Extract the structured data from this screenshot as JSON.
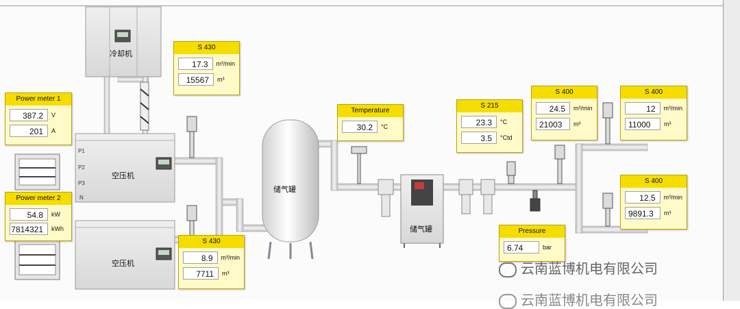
{
  "machines": {
    "dryer": "冷却机",
    "compressor_1": "空压机",
    "compressor_2": "空压机",
    "tank_large": "储气罐",
    "tank_small": "储气罐"
  },
  "compressor_ports": [
    "P1",
    "P2",
    "P3",
    "N"
  ],
  "panels": {
    "s430_top": {
      "title": "S 430",
      "flow": "17.3",
      "flow_unit": "m³/min",
      "total": "15567",
      "total_unit": "m³"
    },
    "power1": {
      "title": "Power meter 1",
      "voltage": "387.2",
      "voltage_unit": "V",
      "current": "201",
      "current_unit": "A"
    },
    "power2": {
      "title": "Power meter 2",
      "power": "54.8",
      "power_unit": "kW",
      "energy": "7814321",
      "energy_unit": "kWh"
    },
    "s430_bottom": {
      "title": "S 430",
      "flow": "8.9",
      "flow_unit": "m³/min",
      "total": "7711",
      "total_unit": "m³"
    },
    "temperature": {
      "title": "Temperature",
      "value": "30.2",
      "unit": "°C"
    },
    "s215": {
      "title": "S 215",
      "temp": "23.3",
      "temp_unit": "°C",
      "dewpoint": "3.5",
      "dewpoint_unit": "°Ctd"
    },
    "s400_a": {
      "title": "S 400",
      "flow": "24.5",
      "flow_unit": "m³/min",
      "total": "21003",
      "total_unit": "m³"
    },
    "s400_b": {
      "title": "S 400",
      "flow": "12",
      "flow_unit": "m³/min",
      "total": "11000",
      "total_unit": "m³"
    },
    "s400_c": {
      "title": "S 400",
      "flow": "12.5",
      "flow_unit": "m³/min",
      "total": "9891.3",
      "total_unit": "m³"
    },
    "pressure": {
      "title": "Pressure",
      "value": "6.74",
      "unit": "bar"
    }
  },
  "watermark": {
    "text": "云南蓝博机电有限公司",
    "icon": "wechat-icon"
  },
  "colors": {
    "panel_header": "#f5dd00",
    "panel_body": "#fffac8",
    "pipe": "#d6d6d6",
    "machine": "#e4e4e4"
  }
}
